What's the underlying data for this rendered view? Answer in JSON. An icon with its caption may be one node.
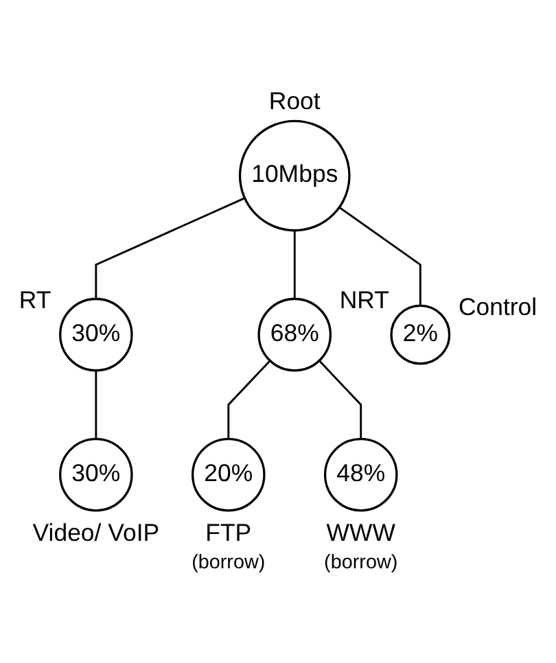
{
  "diagram": {
    "nodes": [
      {
        "text": [
          "10Mbps"
        ],
        "beside": [
          "Root"
        ]
      },
      {
        "text": [
          "2%"
        ],
        "beside": [
          "Control"
        ]
      },
      {
        "text": [
          "30%"
        ],
        "beside": [
          "RT"
        ]
      },
      {
        "text": [
          "68%"
        ],
        "beside": [
          "NRT"
        ]
      },
      {
        "text": [
          "30%"
        ],
        "beside": [
          "Video/ VoIP"
        ]
      },
      {
        "text": [
          "20%"
        ],
        "beside": [
          "FTP",
          "(borrow)"
        ]
      },
      {
        "text": [
          "48%"
        ],
        "beside": [
          "WWW",
          "(borrow)"
        ]
      }
    ],
    "edges": [
      {
        "from": 0,
        "to": 1,
        "arrow": "none"
      },
      {
        "from": 0,
        "to": 2,
        "arrow": "none"
      },
      {
        "from": 0,
        "to": 3,
        "arrow": "none"
      },
      {
        "from": 2,
        "to": 4,
        "arrow": "none"
      },
      {
        "from": 3,
        "to": 5,
        "arrow": "none"
      },
      {
        "from": 3,
        "to": 6,
        "arrow": "none"
      }
    ]
  }
}
